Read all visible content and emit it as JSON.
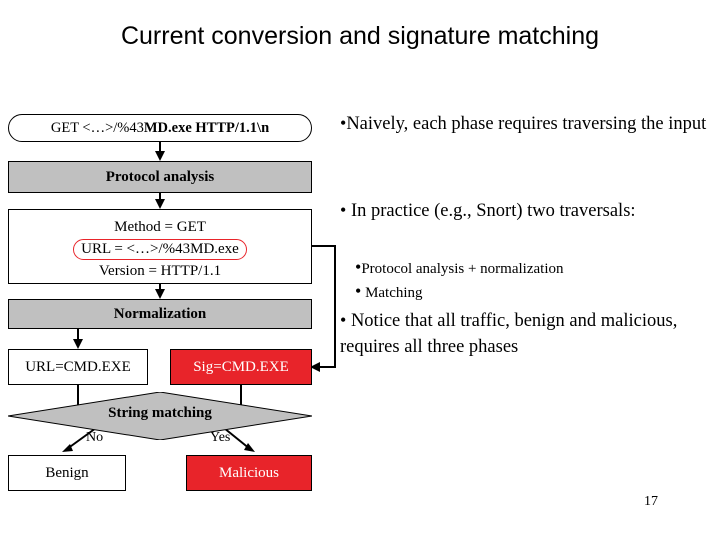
{
  "slide": {
    "title": "Current conversion and signature matching",
    "page_number": "17"
  },
  "diagram": {
    "request_label_prefix": "GET  <…>/%43",
    "request_label_bold": "MD.exe  HTTP/1.1\\n",
    "protocol_analysis": "Protocol analysis",
    "fields": {
      "method": "Method = GET",
      "url": "URL = <…>/%43MD.exe",
      "version": "Version = HTTP/1.1"
    },
    "normalization": "Normalization",
    "url_cmd": "URL=CMD.EXE",
    "sig_cmd": "Sig=CMD.EXE",
    "string_matching": "String matching",
    "branch_no": "No",
    "branch_yes": "Yes",
    "benign": "Benign",
    "malicious": "Malicious",
    "colors": {
      "gray_fill": "#c0c0c0",
      "red_fill": "#e8242a",
      "outline": "#000000",
      "url_highlight": "#e8242a"
    }
  },
  "notes": {
    "bullet1": "Naively, each phase requires traversing the input",
    "bullet2": "In practice (e.g., Snort) two traversals:",
    "sub1": "Protocol analysis + normalization",
    "sub2": "Matching",
    "bullet3": "Notice that all traffic, benign and malicious, requires all three phases"
  }
}
